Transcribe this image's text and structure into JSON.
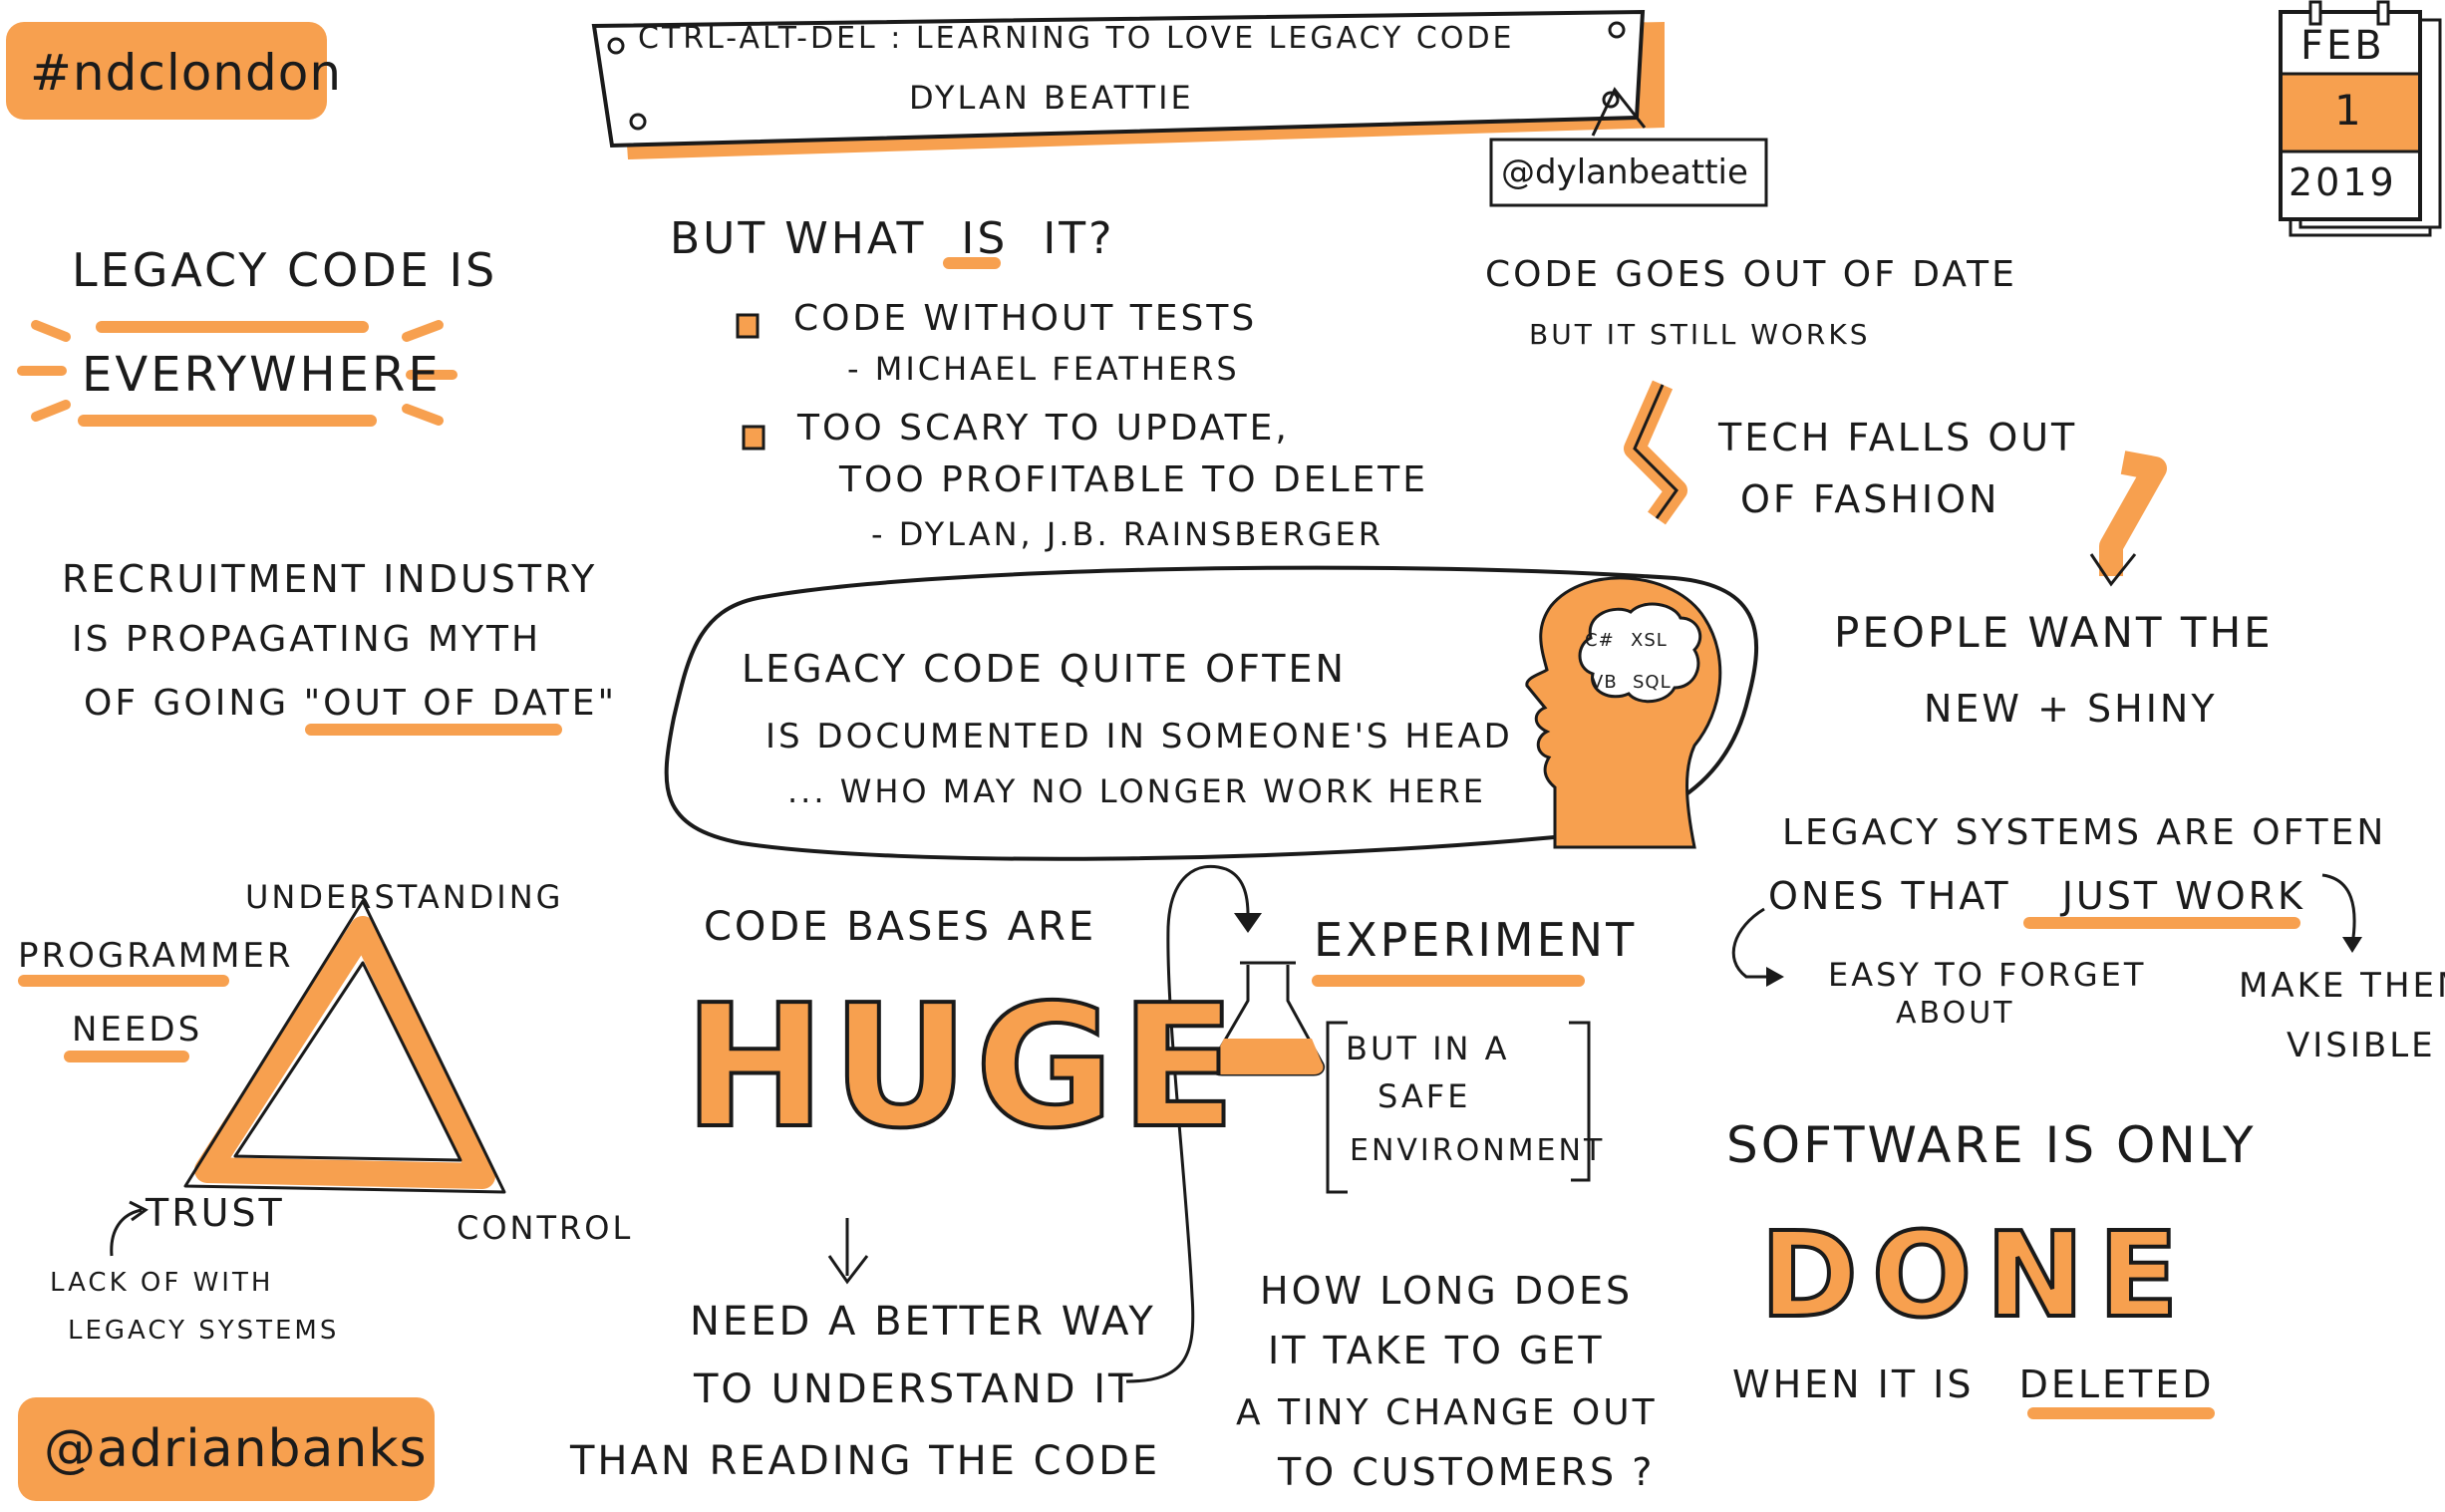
{
  "tags": {
    "event": "#ndclondon",
    "author": "@adrianbanks",
    "speaker_handle": "@dylanbeattie"
  },
  "title_banner": {
    "title": "CTRL-ALT-DEL : LEARNING TO LOVE LEGACY CODE",
    "speaker": "DYLAN BEATTIE"
  },
  "calendar": {
    "month": "FEB",
    "day": "1",
    "year": "2019"
  },
  "everywhere": {
    "line1": "LEGACY CODE IS",
    "line2": "EVERYWHERE"
  },
  "recruitment": {
    "line1": "RECRUITMENT INDUSTRY",
    "line2": "IS PROPAGATING MYTH",
    "line3_prefix": "OF GOING \"",
    "line3_highlight": "OUT OF DATE",
    "line3_suffix": "\""
  },
  "triangle": {
    "title_line1": "PROGRAMMER",
    "title_line2": "NEEDS",
    "top": "UNDERSTANDING",
    "left": "TRUST",
    "right": "CONTROL",
    "note_line1": "LACK OF WITH",
    "note_line2": "LEGACY SYSTEMS"
  },
  "definition": {
    "question_pre": "BUT WHAT",
    "question_em": "IS",
    "question_post": "IT?",
    "item1": "CODE WITHOUT TESTS",
    "item1_attr": "- MICHAEL FEATHERS",
    "item2_line1": "TOO SCARY TO UPDATE,",
    "item2_line2": "TOO PROFITABLE TO DELETE",
    "item2_attr": "- DYLAN, J.B. RAINSBERGER"
  },
  "bubble": {
    "line1": "LEGACY CODE QUITE OFTEN",
    "line2": "IS DOCUMENTED IN SOMEONE'S HEAD",
    "line3": "... WHO MAY NO LONGER WORK HERE",
    "brain_words": [
      "C#",
      "XSL",
      "VB",
      "SQL"
    ]
  },
  "cycle": {
    "a_line1": "CODE GOES OUT OF DATE",
    "a_line2": "BUT IT STILL WORKS",
    "b_line1": "TECH FALLS OUT",
    "b_line2": "OF FASHION",
    "c_line1": "PEOPLE WANT THE",
    "c_line2": "NEW + SHINY"
  },
  "huge": {
    "intro": "CODE BASES ARE",
    "word": "HUGE",
    "line1": "NEED A BETTER WAY",
    "line2": "TO UNDERSTAND IT",
    "line3": "THAN READING THE CODE"
  },
  "experiment": {
    "title": "EXPERIMENT",
    "note_line1": "BUT IN A",
    "note_line2": "SAFE",
    "note_line3": "ENVIRONMENT"
  },
  "how_long": {
    "line1": "HOW LONG DOES",
    "line2": "IT TAKE TO GET",
    "line3": "A TINY CHANGE OUT",
    "line4": "TO CUSTOMERS ?"
  },
  "just_work": {
    "line1": "LEGACY SYSTEMS ARE OFTEN",
    "line2_pre": "ONES THAT",
    "line2_em": "JUST WORK",
    "left_line1": "EASY TO FORGET",
    "left_line2": "ABOUT",
    "right_line1": "MAKE THEM",
    "right_line2": "VISIBLE"
  },
  "done": {
    "line1": "SOFTWARE IS ONLY",
    "word": "DONE",
    "line3_pre": "WHEN IT IS",
    "line3_em": "DELETED"
  },
  "colors": {
    "accent": "#f7a04f",
    "ink": "#1a1a1a",
    "paper": "#ffffff"
  }
}
